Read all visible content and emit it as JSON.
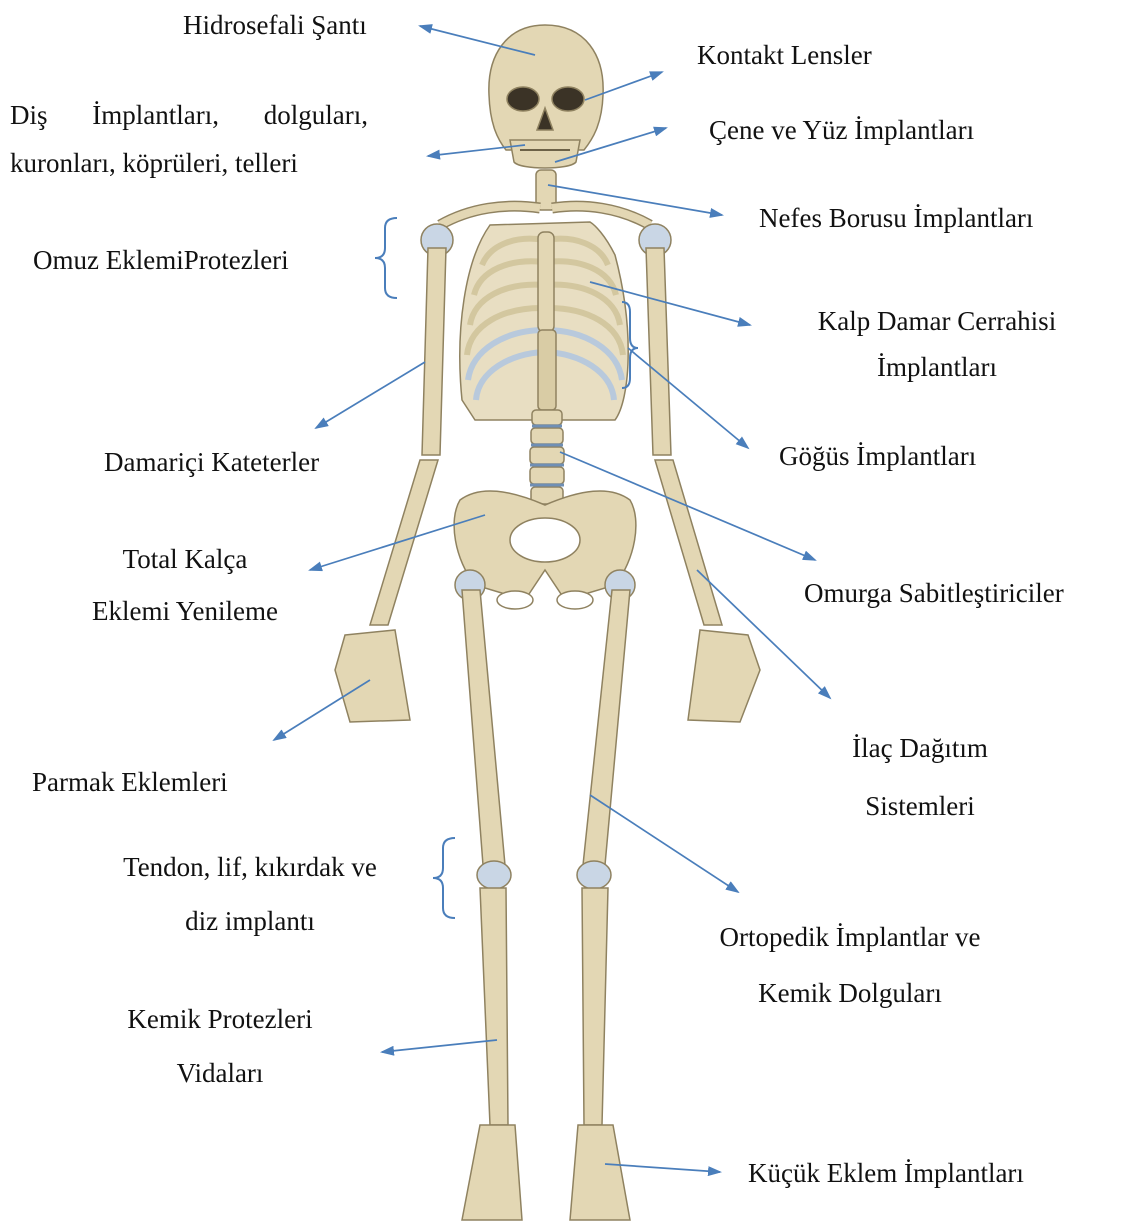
{
  "colors": {
    "arrow": "#4a7ebb",
    "bone": "#e3d7b4",
    "bone_outline": "#8f8260",
    "cartilage": "#b8c9dc",
    "text": "#111111",
    "background": "#ffffff"
  },
  "labels": {
    "hydrocephalus": "Hidrosefali Şantı",
    "contact_lens": "Kontakt Lensler",
    "dental_line1": "Diş İmplantları, dolguları,",
    "dental_line2": "kuronları, köprüleri, telleri",
    "jaw_face": "Çene ve Yüz İmplantları",
    "trachea": "Nefes Borusu İmplantları",
    "shoulder": "Omuz EklemiProtezleri",
    "cardio_line1": "Kalp Damar Cerrahisi",
    "cardio_line2": "İmplantları",
    "catheter": "Damariçi Kateterler",
    "breast": "Göğüs İmplantları",
    "hip_line1": "Total Kalça",
    "hip_line2": "Eklemi Yenileme",
    "spine": "Omurga Sabitleştiriciler",
    "drug_line1": "İlaç Dağıtım",
    "drug_line2": "Sistemleri",
    "finger": "Parmak Eklemleri",
    "tendon_line1": "Tendon, lif, kıkırdak ve",
    "tendon_line2": "diz implantı",
    "ortho_line1": "Ortopedik İmplantlar ve",
    "ortho_line2": "Kemik Dolguları",
    "bone_line1": "Kemik Protezleri",
    "bone_line2": "Vidaları",
    "small_joint": "Küçük Eklem İmplantları"
  }
}
